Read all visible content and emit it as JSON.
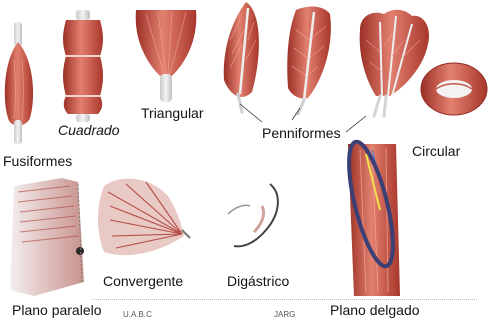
{
  "labels": {
    "cuadrado": "Cuadrado",
    "triangular": "Triangular",
    "peniformes": "Penniformes",
    "circular": "Circular",
    "fusiformes": "Fusiformes",
    "convergente": "Convergente",
    "digastrico": "Digástrico",
    "plano_paralelo": "Plano paralelo",
    "plano_delgado": "Plano delgado"
  },
  "footer": {
    "left_credit": "U.A.B.C",
    "right_credit": "JARG"
  },
  "colors": {
    "muscle": "#c44a3e",
    "muscle_light": "#e07f70",
    "muscle_dark": "#8f2a22",
    "tendon": "#e9e9ea",
    "highlight_ellipse": "#3b3f73"
  }
}
